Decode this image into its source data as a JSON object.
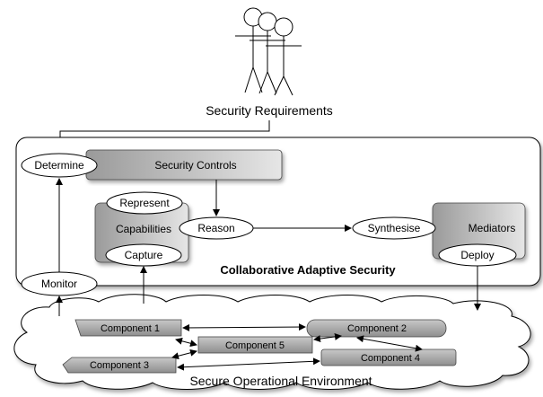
{
  "stakeholders": {
    "label": "Security Requirements"
  },
  "system": {
    "title": "Collaborative Adaptive Security",
    "activities": {
      "determine": "Determine",
      "represent": "Represent",
      "reason": "Reason",
      "capture": "Capture",
      "synthesise": "Synthesise",
      "deploy": "Deploy",
      "monitor": "Monitor"
    },
    "blocks": {
      "security_controls": "Security Controls",
      "capabilities": "Capabilities",
      "mediators": "Mediators"
    }
  },
  "environment": {
    "label": "Secure Operational Environment",
    "components": {
      "c1": "Component 1",
      "c2": "Component 2",
      "c3": "Component 3",
      "c4": "Component 4",
      "c5": "Component 5"
    }
  },
  "colors": {
    "block_light": "#e6e6e6",
    "block_dark": "#9a9a9a",
    "outline": "#000000"
  }
}
